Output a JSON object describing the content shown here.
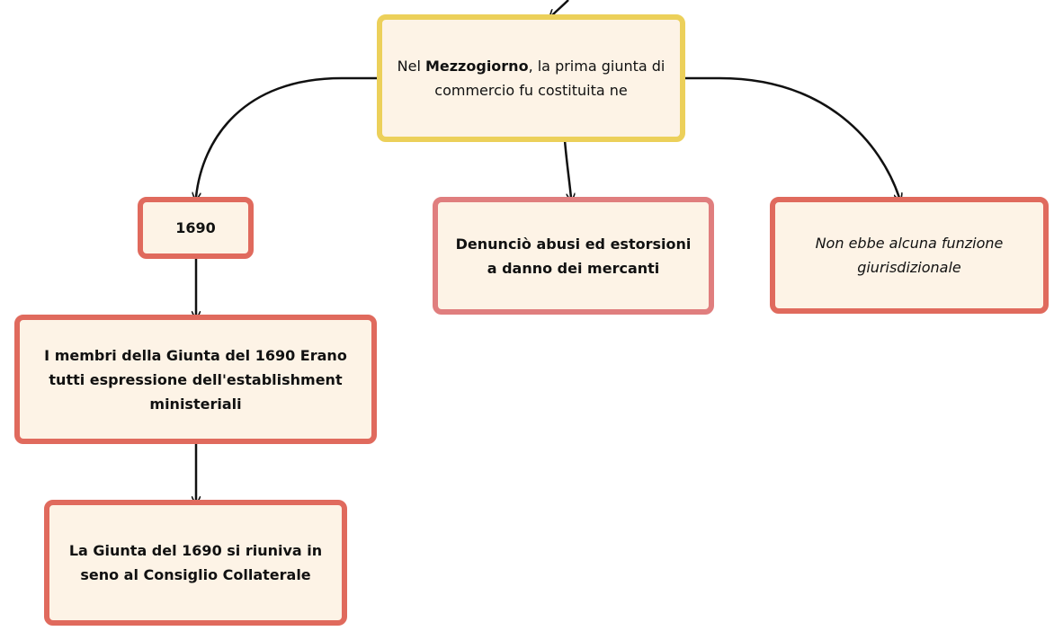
{
  "colors": {
    "root_border": "#ecd05a",
    "node_border": "#e06a5d",
    "node_border_alt": "#e07e7e",
    "node_fill": "#fdf3e6",
    "connector": "#111111"
  },
  "nodes": {
    "root": {
      "prefix": "Nel ",
      "emphasis": "Mezzogiorno",
      "suffix": ", la prima giunta di commercio fu costituita ne"
    },
    "year": {
      "text": "1690"
    },
    "denuncio": {
      "text": "Denunciò abusi ed estorsioni a danno dei mercanti"
    },
    "non_ebbe": {
      "text": "Non ebbe alcuna funzione giurisdizionale"
    },
    "membri": {
      "text": "I membri della Giunta del 1690 Erano tutti espressione dell'establishment ministeriali"
    },
    "seno": {
      "text": "La Giunta del 1690 si riuniva in seno al Consiglio Collaterale"
    }
  }
}
